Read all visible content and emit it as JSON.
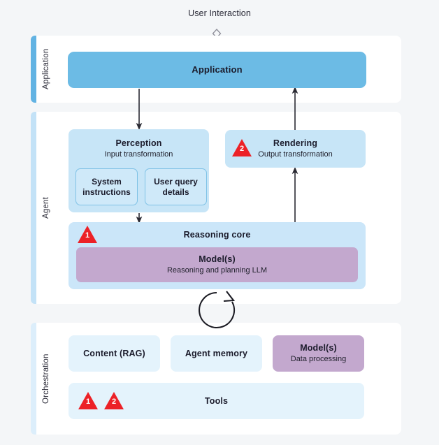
{
  "diagram": {
    "caption": "User Interaction",
    "caption_icon": "diamond-chevron-icon",
    "background": "#f4f6f8"
  },
  "lanes": [
    {
      "id": "application",
      "label": "Application",
      "accent_color": "#62b3e3"
    },
    {
      "id": "agent",
      "label": "Agent",
      "accent_color": "#c3e2f7"
    },
    {
      "id": "orchestration",
      "label": "Orchestration",
      "accent_color": "#dceefb"
    }
  ],
  "nodes": {
    "application": {
      "title": "Application",
      "color": "#6cbbe5"
    },
    "perception": {
      "title": "Perception",
      "subtitle": "Input transformation",
      "color": "#c7e5f7",
      "children": [
        {
          "label": "System instructions"
        },
        {
          "label": "User query details"
        }
      ]
    },
    "rendering": {
      "title": "Rendering",
      "subtitle": "Output transformation",
      "color": "#c7e5f7"
    },
    "reasoning_core": {
      "title": "Reasoning core",
      "color": "#cbe6f9",
      "model": {
        "title": "Model(s)",
        "subtitle": "Reasoning and planning LLM",
        "color": "#c3a8ce"
      }
    },
    "content_rag": {
      "title": "Content (RAG)",
      "color": "#e4f3fc"
    },
    "agent_memory": {
      "title": "Agent memory",
      "color": "#e4f3fc"
    },
    "model_data": {
      "title": "Model(s)",
      "subtitle": "Data processing",
      "color": "#c3a8ce"
    },
    "tools": {
      "title": "Tools",
      "color": "#e4f3fc"
    }
  },
  "markers": {
    "color": "#ec2127",
    "rendering": "2",
    "reasoning": "1",
    "tools_first": "1",
    "tools_second": "2"
  },
  "connectors": {
    "application_to_perception": "arrow-down",
    "perception_to_reasoning": "arrow-down",
    "rendering_to_application": "arrow-up",
    "reasoning_to_rendering": "arrow-up",
    "agent_orchestration_loop": "circular-loop-arrow"
  }
}
